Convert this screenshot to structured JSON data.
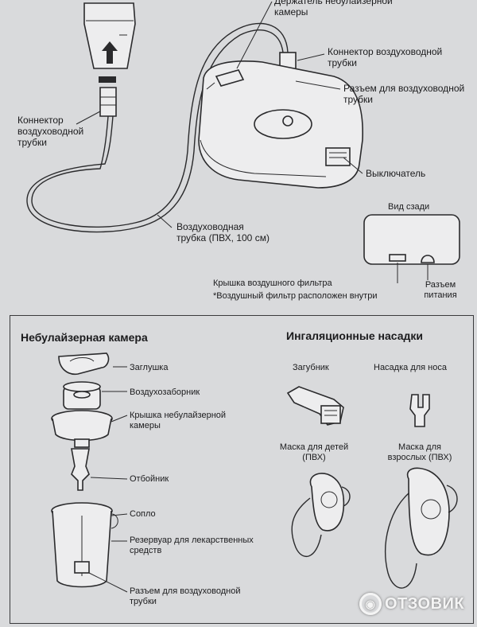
{
  "top_labels": {
    "holder": "Держатель небулайзерной камеры",
    "connector_right": "Коннектор воздуховодной трубки",
    "socket_top": "Разъем для воздуховодной трубки",
    "connector_left": "Коннектор воздуховодной трубки",
    "switch": "Выключатель",
    "tube": "Воздуховодная трубка (ПВХ, 100 см)",
    "rear_view": "Вид сзади",
    "filter_cover": "Крышка воздушного фильтра",
    "filter_note": "*Воздушный фильтр расположен внутри",
    "power_socket": "Разъем питания"
  },
  "nebulizer_section": {
    "title": "Небулайзерная камера",
    "parts": [
      "Заглушка",
      "Воздухозаборник",
      "Крышка небулайзерной камеры",
      "Отбойник",
      "Сопло",
      "Резервуар для лекарственных средств",
      "Разъем для воздуховодной трубки"
    ]
  },
  "attachments_section": {
    "title": "Ингаляционные насадки",
    "items": [
      "Загубник",
      "Насадка для носа",
      "Маска для детей (ПВХ)",
      "Маска для взрослых (ПВХ)"
    ]
  },
  "watermark": {
    "text": "ОТЗОВИК"
  }
}
